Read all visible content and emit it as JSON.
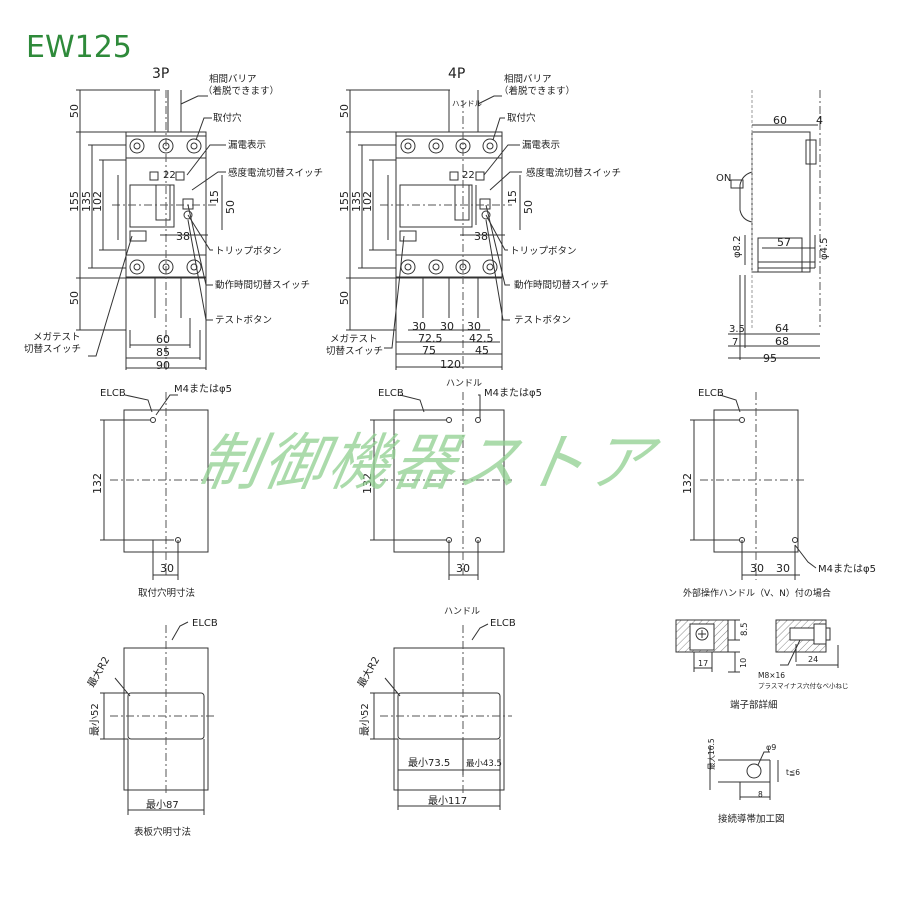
{
  "title": "EW125",
  "watermark": "制御機器ストア",
  "colors": {
    "title": "#2e8a3a",
    "watermark": "#8fd08f",
    "line": "#333333"
  },
  "pole3": {
    "label": "3P",
    "callouts": [
      "相間バリア",
      "（着脱できます）",
      "取付穴",
      "漏電表示",
      "感度電流切替スイッチ",
      "トリップボタン",
      "動作時間切替スイッチ",
      "テストボタン"
    ],
    "mega_test": [
      "メガテスト",
      "切替スイッチ"
    ],
    "dims": {
      "top": "50",
      "overall": "155",
      "h135": "135",
      "h102": "102",
      "bottom": "50",
      "d22": "22",
      "d15": "15",
      "d50": "50",
      "d38": "38",
      "w60": "60",
      "w85": "85",
      "w90": "90"
    }
  },
  "pole4": {
    "label": "4P",
    "handle": "ハンドル",
    "callouts": [
      "相間バリア",
      "（着脱できます）",
      "取付穴",
      "漏電表示",
      "感度電流切替スイッチ",
      "トリップボタン",
      "動作時間切替スイッチ",
      "テストボタン"
    ],
    "mega_test": [
      "メガテスト",
      "切替スイッチ"
    ],
    "dims": {
      "top": "50",
      "overall": "155",
      "h135": "135",
      "h102": "102",
      "bottom": "50",
      "d22": "22",
      "d15": "15",
      "d50": "50",
      "d38": "38",
      "p30a": "30",
      "p30b": "30",
      "p30c": "30",
      "w725": "72.5",
      "w425": "42.5",
      "w75": "75",
      "w45": "45",
      "w120": "120"
    }
  },
  "side": {
    "on_label": "ON",
    "dims": {
      "d60": "60",
      "d4": "4",
      "phi82": "φ8.2",
      "d57": "57",
      "phi45": "φ4.5",
      "d35": "3.5",
      "d64": "64",
      "d7": "7",
      "d68": "68",
      "d95": "95"
    }
  },
  "drill": {
    "elcb": "ELCB",
    "m4": "M4またはφ5",
    "handle": "ハンドル",
    "h132": "132",
    "d30": "30",
    "caption_left": "取付穴明寸法",
    "caption_right": "外部操作ハンドル（V、N）付の場合",
    "right_d30a": "30",
    "right_d30b": "30"
  },
  "panel": {
    "elcb": "ELCB",
    "handle": "ハンドル",
    "r2": "最大R2",
    "h52": "最小52",
    "w87": "最小87",
    "w735": "最小73.5",
    "w435": "最小43.5",
    "w117": "最小117",
    "caption": "表板穴明寸法"
  },
  "terminal": {
    "d85": "8.5",
    "d17": "17",
    "d10": "10",
    "d24": "24",
    "screw1": "M8×16",
    "screw2": "プラスマイナス穴付なべ小ねじ",
    "caption": "端子部詳細"
  },
  "conductor": {
    "w165": "最大16.5",
    "phi9": "φ9",
    "t6": "t≦6",
    "d8": "8",
    "caption": "接続導帯加工図"
  }
}
